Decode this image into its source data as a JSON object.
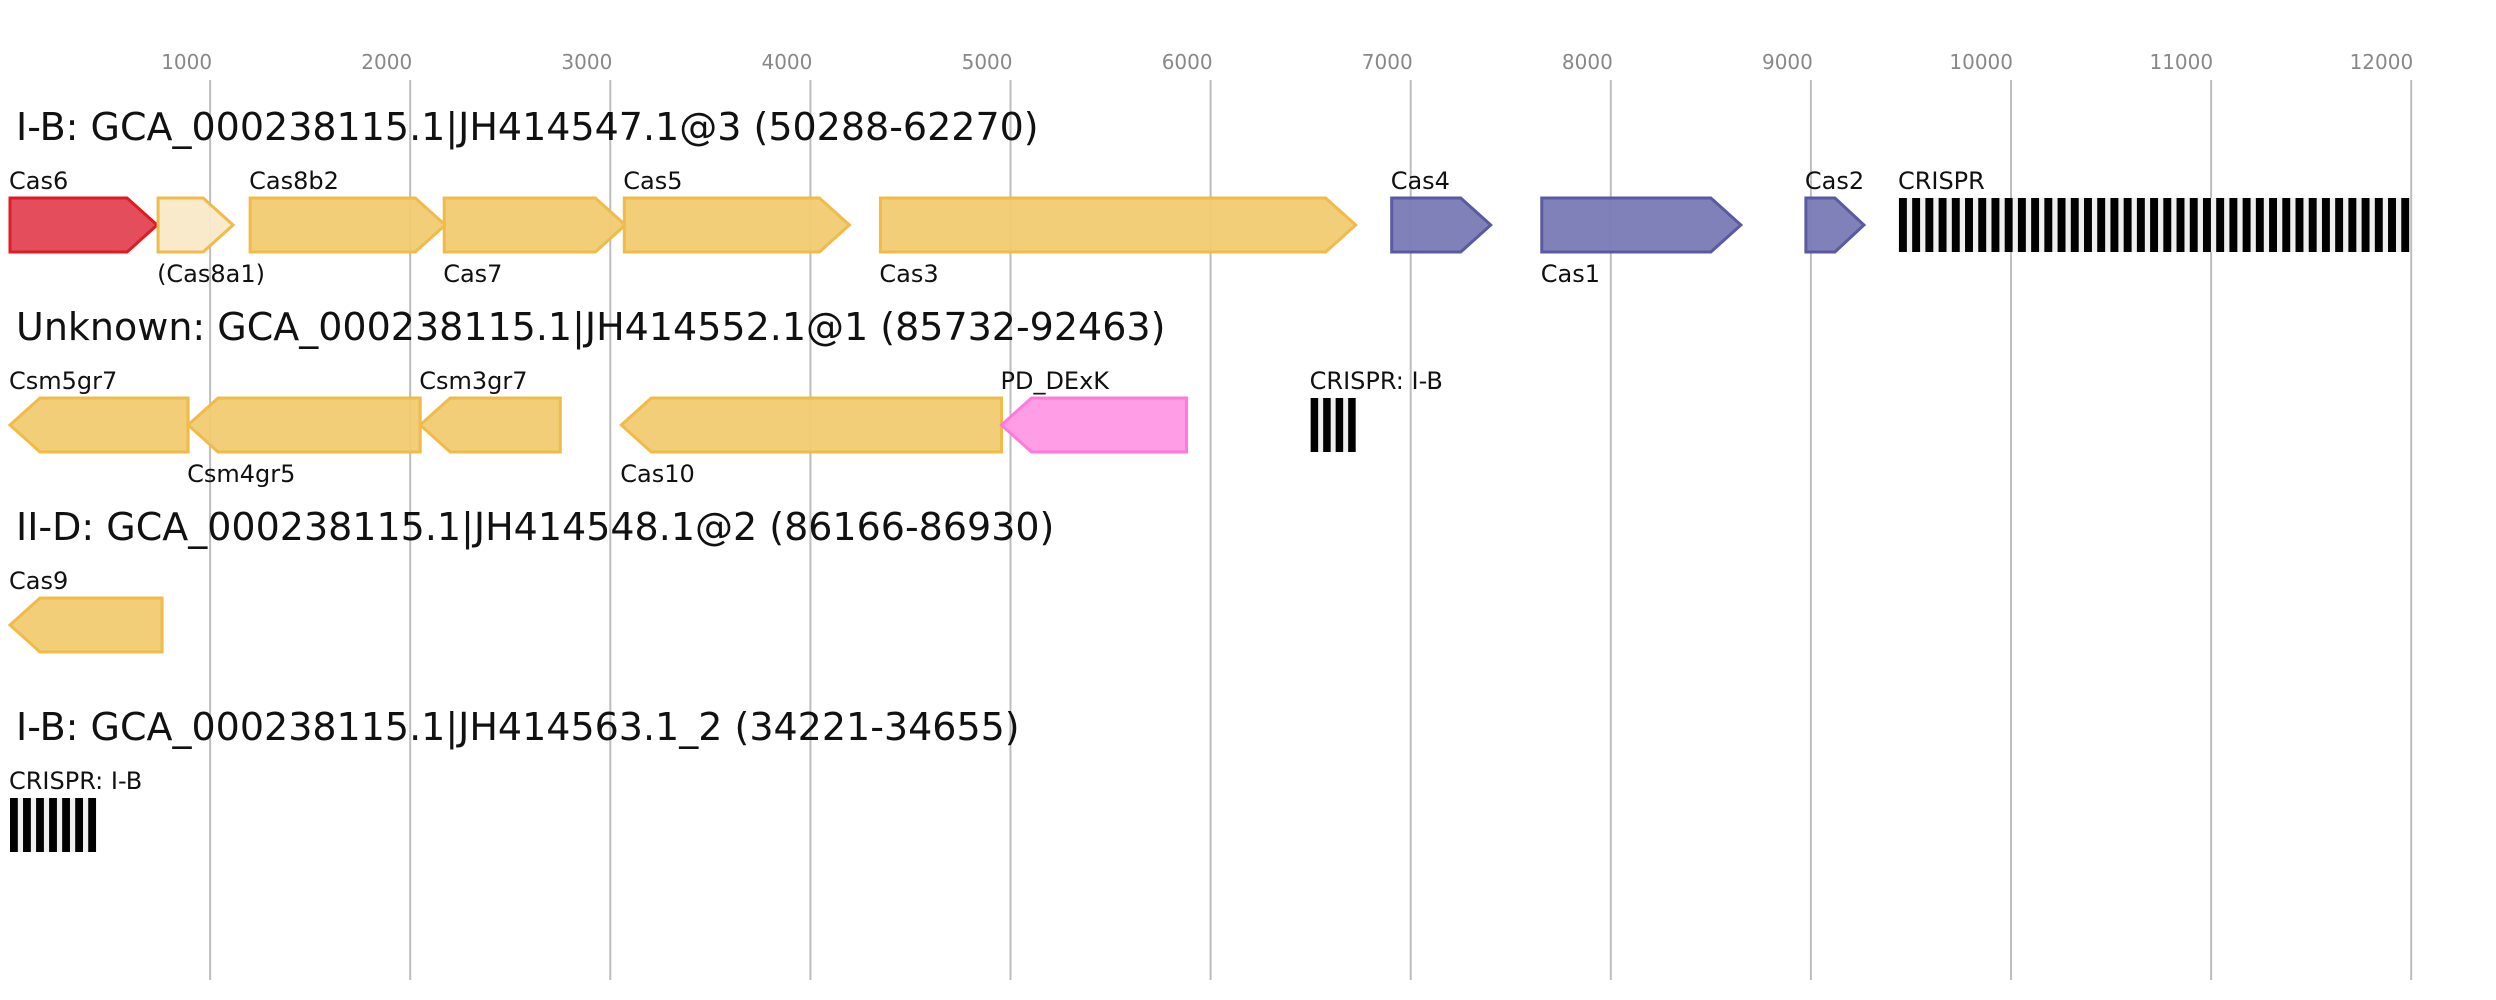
{
  "chart_data": {
    "type": "gene-map",
    "title": "",
    "xlabel": "",
    "x_units": "bp",
    "xlim": [
      0,
      12000
    ],
    "grid": true,
    "ticks": [
      1000,
      2000,
      3000,
      4000,
      5000,
      6000,
      7000,
      8000,
      9000,
      10000,
      11000,
      12000
    ],
    "tick_labels": [
      "1000",
      "2000",
      "3000",
      "4000",
      "5000",
      "6000",
      "7000",
      "8000",
      "9000",
      "10000",
      "11000",
      "12000"
    ],
    "colors": {
      "cas6": {
        "fill": "#e34553",
        "stroke": "#e01b24"
      },
      "core": {
        "fill": "#f0cb70",
        "stroke": "#f0bb48"
      },
      "partial": {
        "fill": "#f9e9c8",
        "stroke": "#f0bb48"
      },
      "adapt": {
        "fill": "#7a7ab5",
        "stroke": "#5a5aa2"
      },
      "pddexk": {
        "fill": "#ff99e6",
        "stroke": "#ff7ad9"
      },
      "repeat": "#000000",
      "spacer": "#efefef"
    },
    "loci": [
      {
        "title": "I-B: GCA_000238115.1|JH414547.1@3 (50288-62270)",
        "features": [
          {
            "kind": "gene",
            "name": "Cas6",
            "start": 0,
            "end": 735,
            "strand": "+",
            "color": "cas6",
            "label_pos": "above"
          },
          {
            "kind": "gene",
            "name": "(Cas8a1)",
            "start": 740,
            "end": 1115,
            "strand": "+",
            "color": "partial",
            "label_pos": "below"
          },
          {
            "kind": "gene",
            "name": "Cas8b2",
            "start": 1200,
            "end": 2175,
            "strand": "+",
            "color": "core",
            "label_pos": "above"
          },
          {
            "kind": "gene",
            "name": "Cas7",
            "start": 2170,
            "end": 3075,
            "strand": "+",
            "color": "core",
            "label_pos": "below"
          },
          {
            "kind": "gene",
            "name": "Cas5",
            "start": 3070,
            "end": 4195,
            "strand": "+",
            "color": "core",
            "label_pos": "above"
          },
          {
            "kind": "gene",
            "name": "Cas3",
            "start": 4350,
            "end": 6725,
            "strand": "+",
            "color": "core",
            "label_pos": "below"
          },
          {
            "kind": "gene",
            "name": "Cas4",
            "start": 6905,
            "end": 7400,
            "strand": "+",
            "color": "adapt",
            "label_pos": "above"
          },
          {
            "kind": "gene",
            "name": "Cas1",
            "start": 7655,
            "end": 8650,
            "strand": "+",
            "color": "adapt",
            "label_pos": "below"
          },
          {
            "kind": "gene",
            "name": "Cas2",
            "start": 8975,
            "end": 9265,
            "strand": "+",
            "color": "adapt",
            "label_pos": "above"
          },
          {
            "kind": "crispr",
            "name": "CRISPR",
            "start": 9440,
            "end": 11990,
            "repeats": 39,
            "label_pos": "above"
          }
        ]
      },
      {
        "title": "Unknown: GCA_000238115.1|JH414552.1@1 (85732-92463)",
        "features": [
          {
            "kind": "gene",
            "name": "Csm5gr7",
            "start": 0,
            "end": 890,
            "strand": "-",
            "color": "core",
            "label_pos": "above"
          },
          {
            "kind": "gene",
            "name": "Csm4gr5",
            "start": 890,
            "end": 2050,
            "strand": "-",
            "color": "core",
            "label_pos": "below"
          },
          {
            "kind": "gene",
            "name": "Csm3gr7",
            "start": 2050,
            "end": 2750,
            "strand": "-",
            "color": "core",
            "label_pos": "above"
          },
          {
            "kind": "gene",
            "name": "Cas10",
            "start": 3055,
            "end": 4955,
            "strand": "-",
            "color": "core",
            "label_pos": "below"
          },
          {
            "kind": "gene",
            "name": "PD_DExK",
            "start": 4955,
            "end": 5880,
            "strand": "-",
            "color": "pddexk",
            "label_pos": "above"
          },
          {
            "kind": "crispr",
            "name": "CRISPR: I-B",
            "start": 6500,
            "end": 6725,
            "repeats": 4,
            "label_pos": "above"
          }
        ]
      },
      {
        "title": "II-D: GCA_000238115.1|JH414548.1@2 (86166-86930)",
        "features": [
          {
            "kind": "gene",
            "name": "Cas9",
            "start": 0,
            "end": 760,
            "strand": "-",
            "color": "core",
            "label_pos": "above"
          }
        ]
      },
      {
        "title": "I-B: GCA_000238115.1|JH414563.1_2 (34221-34655)",
        "features": [
          {
            "kind": "crispr",
            "name": "CRISPR: I-B",
            "start": 0,
            "end": 430,
            "repeats": 7,
            "label_pos": "above"
          }
        ]
      }
    ]
  }
}
